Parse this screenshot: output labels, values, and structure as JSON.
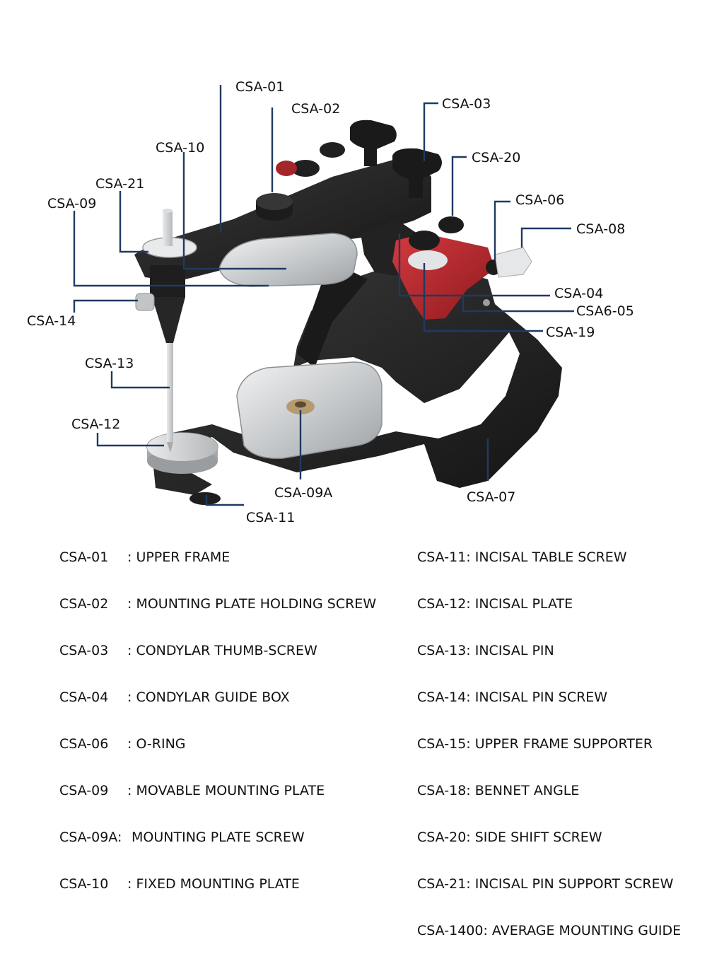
{
  "callouts": {
    "csa_01": "CSA-01",
    "csa_02": "CSA-02",
    "csa_03": "CSA-03",
    "csa_20": "CSA-20",
    "csa_10": "CSA-10",
    "csa_21": "CSA-21",
    "csa_09": "CSA-09",
    "csa_06": "CSA-06",
    "csa_08": "CSA-08",
    "csa_04": "CSA-04",
    "csa6_05": "CSA6-05",
    "csa_14": "CSA-14",
    "csa_19": "CSA-19",
    "csa_13": "CSA-13",
    "csa_12": "CSA-12",
    "csa_09a": "CSA-09A",
    "csa_07": "CSA-07",
    "csa_11": "CSA-11"
  },
  "legend_left": [
    {
      "code": "CSA-01",
      "label": ": UPPER FRAME"
    },
    {
      "code": "CSA-02",
      "label": ": MOUNTING PLATE HOLDING SCREW"
    },
    {
      "code": "CSA-03",
      "label": ": CONDYLAR THUMB-SCREW"
    },
    {
      "code": "CSA-04",
      "label": ": CONDYLAR GUIDE BOX"
    },
    {
      "code": "CSA-06",
      "label": ": O-RING"
    },
    {
      "code": "CSA-09",
      "label": ": MOVABLE MOUNTING PLATE"
    },
    {
      "code": "CSA-09A:",
      "label": " MOUNTING PLATE SCREW"
    },
    {
      "code": "CSA-10",
      "label": ": FIXED MOUNTING PLATE"
    }
  ],
  "legend_right": [
    {
      "code": "CSA-11:",
      "label": " INCISAL TABLE SCREW"
    },
    {
      "code": "CSA-12:",
      "label": " INCISAL PLATE"
    },
    {
      "code": "CSA-13:",
      "label": " INCISAL PIN"
    },
    {
      "code": "CSA-14:",
      "label": " INCISAL PIN SCREW"
    },
    {
      "code": "CSA-15:",
      "label": " UPPER FRAME SUPPORTER"
    },
    {
      "code": "CSA-18:",
      "label": " BENNET ANGLE"
    },
    {
      "code": "CSA-20:",
      "label": " SIDE SHIFT SCREW"
    },
    {
      "code": "CSA-21:",
      "label": " INCISAL PIN SUPPORT SCREW"
    },
    {
      "code": "CSA-1400:",
      "label": " AVERAGE MOUNTING GUIDE"
    }
  ],
  "colors": {
    "leader": "#1f3a63",
    "frame_black": "#1c1c1c",
    "guide_red": "#b3262b",
    "plate_silver": "#cfd2d4"
  }
}
